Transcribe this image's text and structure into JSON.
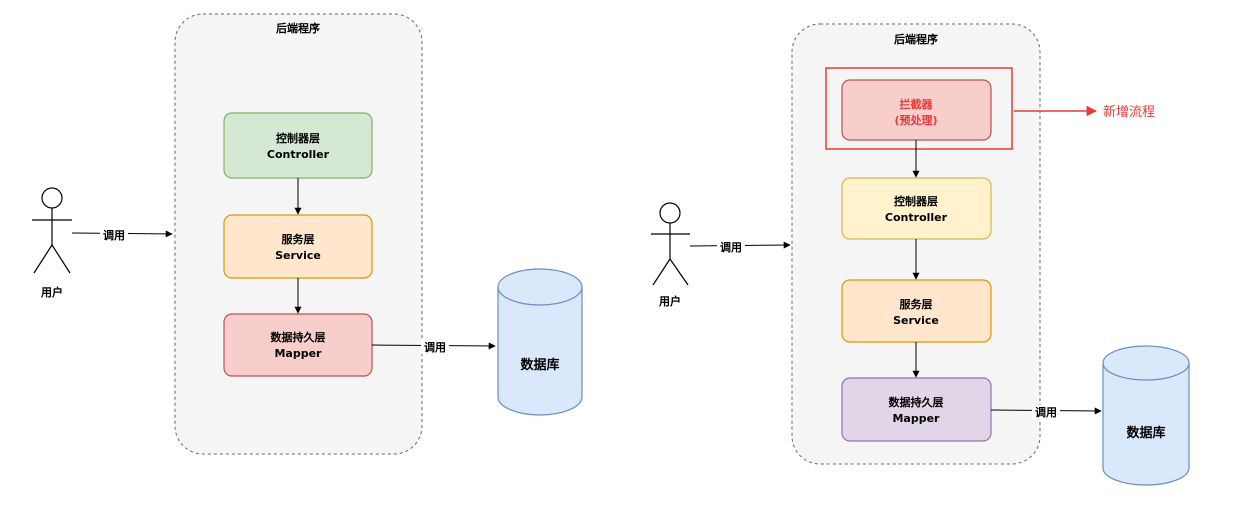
{
  "left": {
    "container_title": "后端程序",
    "controller": {
      "line1": "控制器层",
      "line2": "Controller",
      "fill": "#d5e8d4",
      "stroke": "#82b366"
    },
    "service": {
      "line1": "服务层",
      "line2": "Service",
      "fill": "#ffe6cc",
      "stroke": "#d79b00"
    },
    "mapper": {
      "line1": "数据持久层",
      "line2": "Mapper",
      "fill": "#f8cecc",
      "stroke": "#b85450"
    },
    "user_label": "用户",
    "call_user": "调用",
    "call_db": "调用",
    "db_label": "数据库"
  },
  "right": {
    "container_title": "后端程序",
    "interceptor": {
      "line1": "拦截器",
      "line2": "(预处理)",
      "fill": "#f8cecc",
      "stroke": "#b85450"
    },
    "highlight_color": "#e83a3a",
    "new_flow_label": "新增流程",
    "controller": {
      "line1": "控制器层",
      "line2": "Controller",
      "fill": "#fff2cc",
      "stroke": "#d6b656"
    },
    "service": {
      "line1": "服务层",
      "line2": "Service",
      "fill": "#ffe6cc",
      "stroke": "#d79b00"
    },
    "mapper": {
      "line1": "数据持久层",
      "line2": "Mapper",
      "fill": "#e1d5e7",
      "stroke": "#9673a6"
    },
    "user_label": "用户",
    "call_user": "调用",
    "call_db": "调用",
    "db_label": "数据库"
  },
  "colors": {
    "container_fill": "#f5f5f5",
    "container_stroke": "#666666",
    "db_fill": "#dae8fc",
    "db_stroke": "#6c8ebf"
  }
}
